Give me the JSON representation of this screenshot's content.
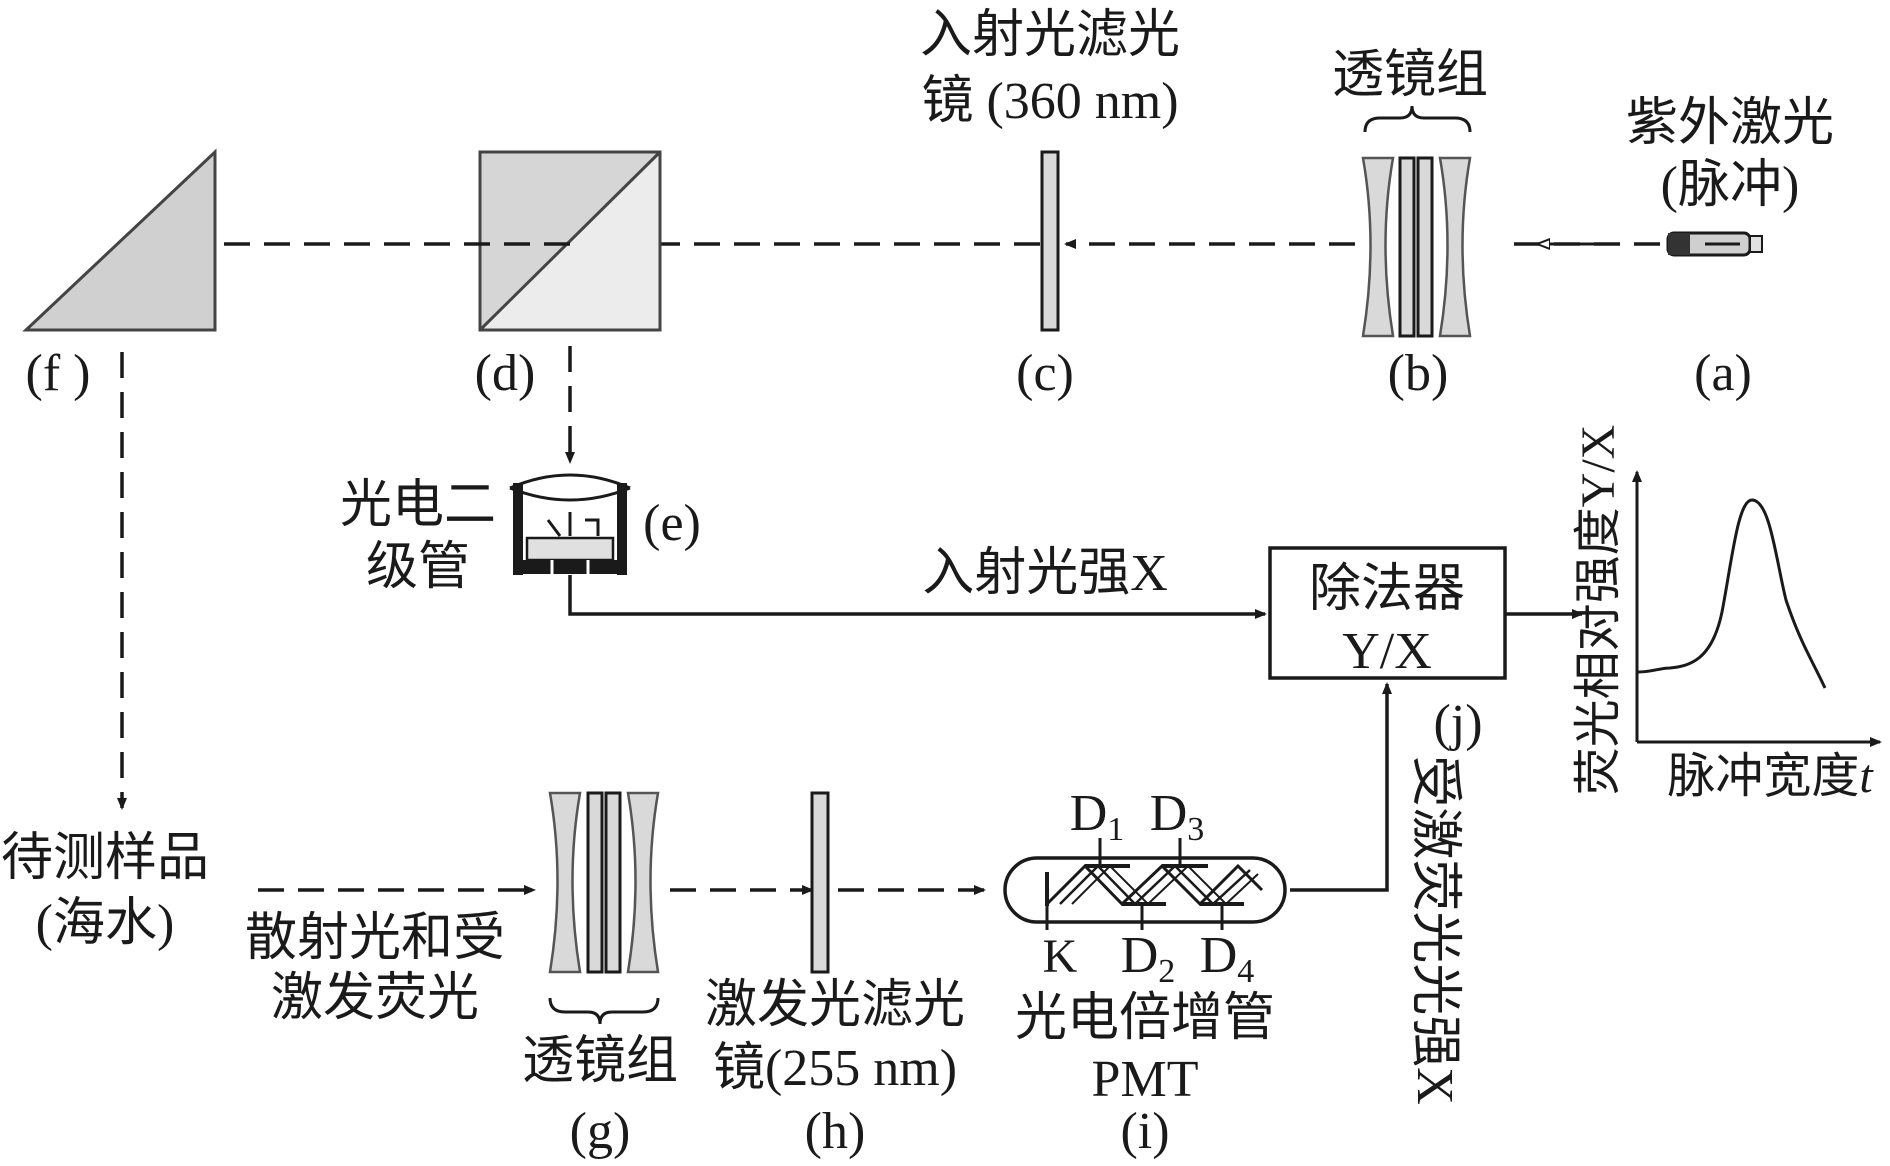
{
  "components": {
    "laser": {
      "label_line1": "紫外激光",
      "label_line2": "(脉冲)",
      "tag": "(a)"
    },
    "lens_group_top": {
      "label": "透镜组",
      "tag": "(b)"
    },
    "incident_filter": {
      "label_line1": "入射光滤光",
      "label_line2": "镜 (360 nm)",
      "tag": "(c)"
    },
    "beam_splitter": {
      "tag": "(d)"
    },
    "photodiode": {
      "label_line1": "光电二",
      "label_line2": "级管",
      "tag": "(e)"
    },
    "prism": {
      "tag": "(f )"
    },
    "sample": {
      "label_line1": "待测样品",
      "label_line2": "(海水)"
    },
    "scattered_light": {
      "label_line1": "散射光和受",
      "label_line2": "激发荧光"
    },
    "lens_group_bottom": {
      "label": "透镜组",
      "tag": "(g)"
    },
    "excitation_filter": {
      "label_line1": "激发光滤光",
      "label_line2": "镜(255 nm)",
      "tag": "(h)"
    },
    "pmt": {
      "label_line1": "光电倍增管",
      "label_line2": "PMT",
      "tag": "(i)",
      "electrode_k": "K",
      "electrode_d": "D",
      "sub_1": "1",
      "sub_2": "2",
      "sub_3": "3",
      "sub_4": "4"
    },
    "divider": {
      "label_line1": "除法器",
      "label_line2": "Y/X",
      "tag": "(j)"
    }
  },
  "signals": {
    "incident_intensity": "入射光强X",
    "fluorescence_intensity": "受激荧光光强X"
  },
  "output_plot": {
    "ylabel": "荧光相对强度Y/X",
    "xlabel_text": "脉冲宽度",
    "xlabel_var": "t"
  },
  "colors": {
    "optic_fill": "#d9d9d9",
    "prism_fill": "#d0d0d0",
    "splitter_fill": "#e6e6e6",
    "line": "#1a1a1a"
  }
}
